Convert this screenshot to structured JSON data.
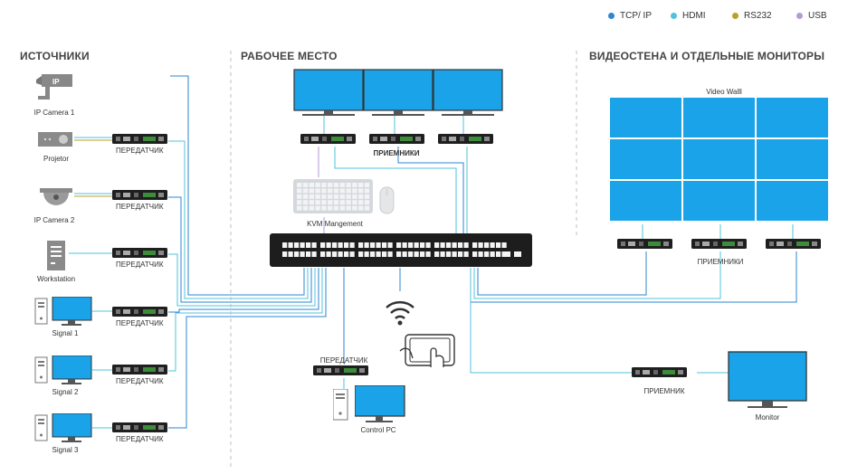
{
  "legend": [
    {
      "label": "TCP/ IP",
      "color": "#2e86d1"
    },
    {
      "label": "HDMI",
      "color": "#4fc3de"
    },
    {
      "label": "RS232",
      "color": "#b8a02a"
    },
    {
      "label": "USB",
      "color": "#b59ad6"
    }
  ],
  "sections": {
    "sources": "ИСТОЧНИКИ",
    "workplace": "РАБОЧЕЕ МЕСТО",
    "videowall": "ВИДЕОСТЕНА И ОТДЕЛЬНЫЕ МОНИТОРЫ"
  },
  "sources": [
    {
      "name": "IP Camera 1"
    },
    {
      "name": "Projetor",
      "device_label": "ПЕРЕДАТЧИК"
    },
    {
      "name": "IP Camera 2",
      "device_label": "ПЕРЕДАТЧИК"
    },
    {
      "name": "Workstation",
      "device_label": "ПЕРЕДАТЧИК"
    },
    {
      "name": "Signal 1",
      "device_label": "ПЕРЕДАТЧИК"
    },
    {
      "name": "Signal 2",
      "device_label": "ПЕРЕДАТЧИК"
    },
    {
      "name": "Signal 3",
      "device_label": "ПЕРЕДАТЧИК"
    }
  ],
  "ip_tag": "IP",
  "workplace": {
    "receivers_label": "ПРИЕМНИКИ",
    "kvm_label": "KVM  Mangement",
    "control_tx_label": "ПЕРЕДАТЧИК",
    "control_pc_label": "Control PC"
  },
  "videowall": {
    "title": "Video Walll",
    "receivers_label": "ПРИЕМНИКИ",
    "single_receiver_label": "ПРИЕМНИК",
    "monitor_label": "Monitor"
  },
  "colors": {
    "screen": "#1aa3e8",
    "switch": "#1d1d1d",
    "tcp": "#2e86d1",
    "hdmi": "#4fc3de",
    "rs232": "#b8a02a",
    "usb": "#b59ad6"
  }
}
